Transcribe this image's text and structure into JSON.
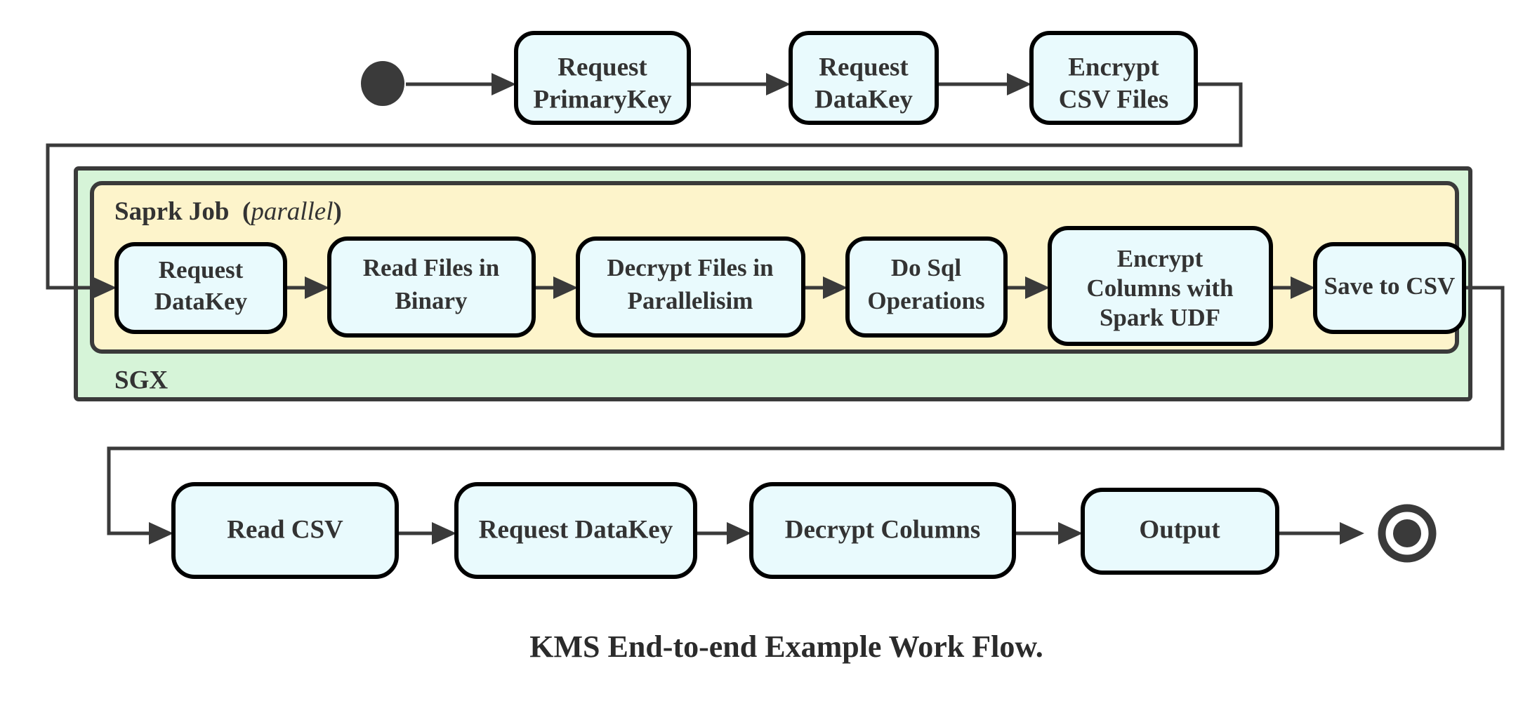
{
  "diagram": {
    "title": "KMS End-to-end Example Work Flow.",
    "colors": {
      "node_fill": "#e9fafd",
      "node_stroke": "#000000",
      "sgx_fill": "#d6f4d8",
      "spark_fill": "#fdf4cb",
      "group_stroke": "#3a3a3a",
      "edge": "#3a3a3a",
      "text": "#333333",
      "background": "#ffffff"
    },
    "start_node": {
      "name": "start-node",
      "shape": "filled-circle"
    },
    "end_node": {
      "name": "end-node",
      "shape": "double-circle"
    },
    "groups": {
      "sgx": {
        "label": "SGX"
      },
      "spark": {
        "label_bold": "Saprk Job",
        "label_paren_open": "(",
        "label_italic": "parallel",
        "label_paren_close": ")"
      }
    },
    "rows": {
      "top": [
        {
          "id": "request-primarykey",
          "line1": "Request",
          "line2": "PrimaryKey"
        },
        {
          "id": "request-datakey-top",
          "line1": "Request",
          "line2": "DataKey"
        },
        {
          "id": "encrypt-csv-files",
          "line1": "Encrypt",
          "line2": "CSV Files"
        }
      ],
      "spark": [
        {
          "id": "request-datakey-spark",
          "line1": "Request",
          "line2": "DataKey"
        },
        {
          "id": "read-files-in-binary",
          "line1": "Read Files in",
          "line2": "Binary"
        },
        {
          "id": "decrypt-files-in-parallelisim",
          "line1": "Decrypt Files in",
          "line2": "Parallelisim"
        },
        {
          "id": "do-sql-operations",
          "line1": "Do Sql",
          "line2": "Operations"
        },
        {
          "id": "encrypt-columns-with-spark-udf",
          "line1": "Encrypt",
          "line2": "Columns with",
          "line3": "Spark UDF"
        },
        {
          "id": "save-to-csv",
          "line1": "Save to CSV"
        }
      ],
      "bottom": [
        {
          "id": "read-csv",
          "line1": "Read CSV"
        },
        {
          "id": "request-datakey-bottom",
          "line1": "Request DataKey"
        },
        {
          "id": "decrypt-columns",
          "line1": "Decrypt Columns"
        },
        {
          "id": "output",
          "line1": "Output"
        }
      ]
    }
  }
}
